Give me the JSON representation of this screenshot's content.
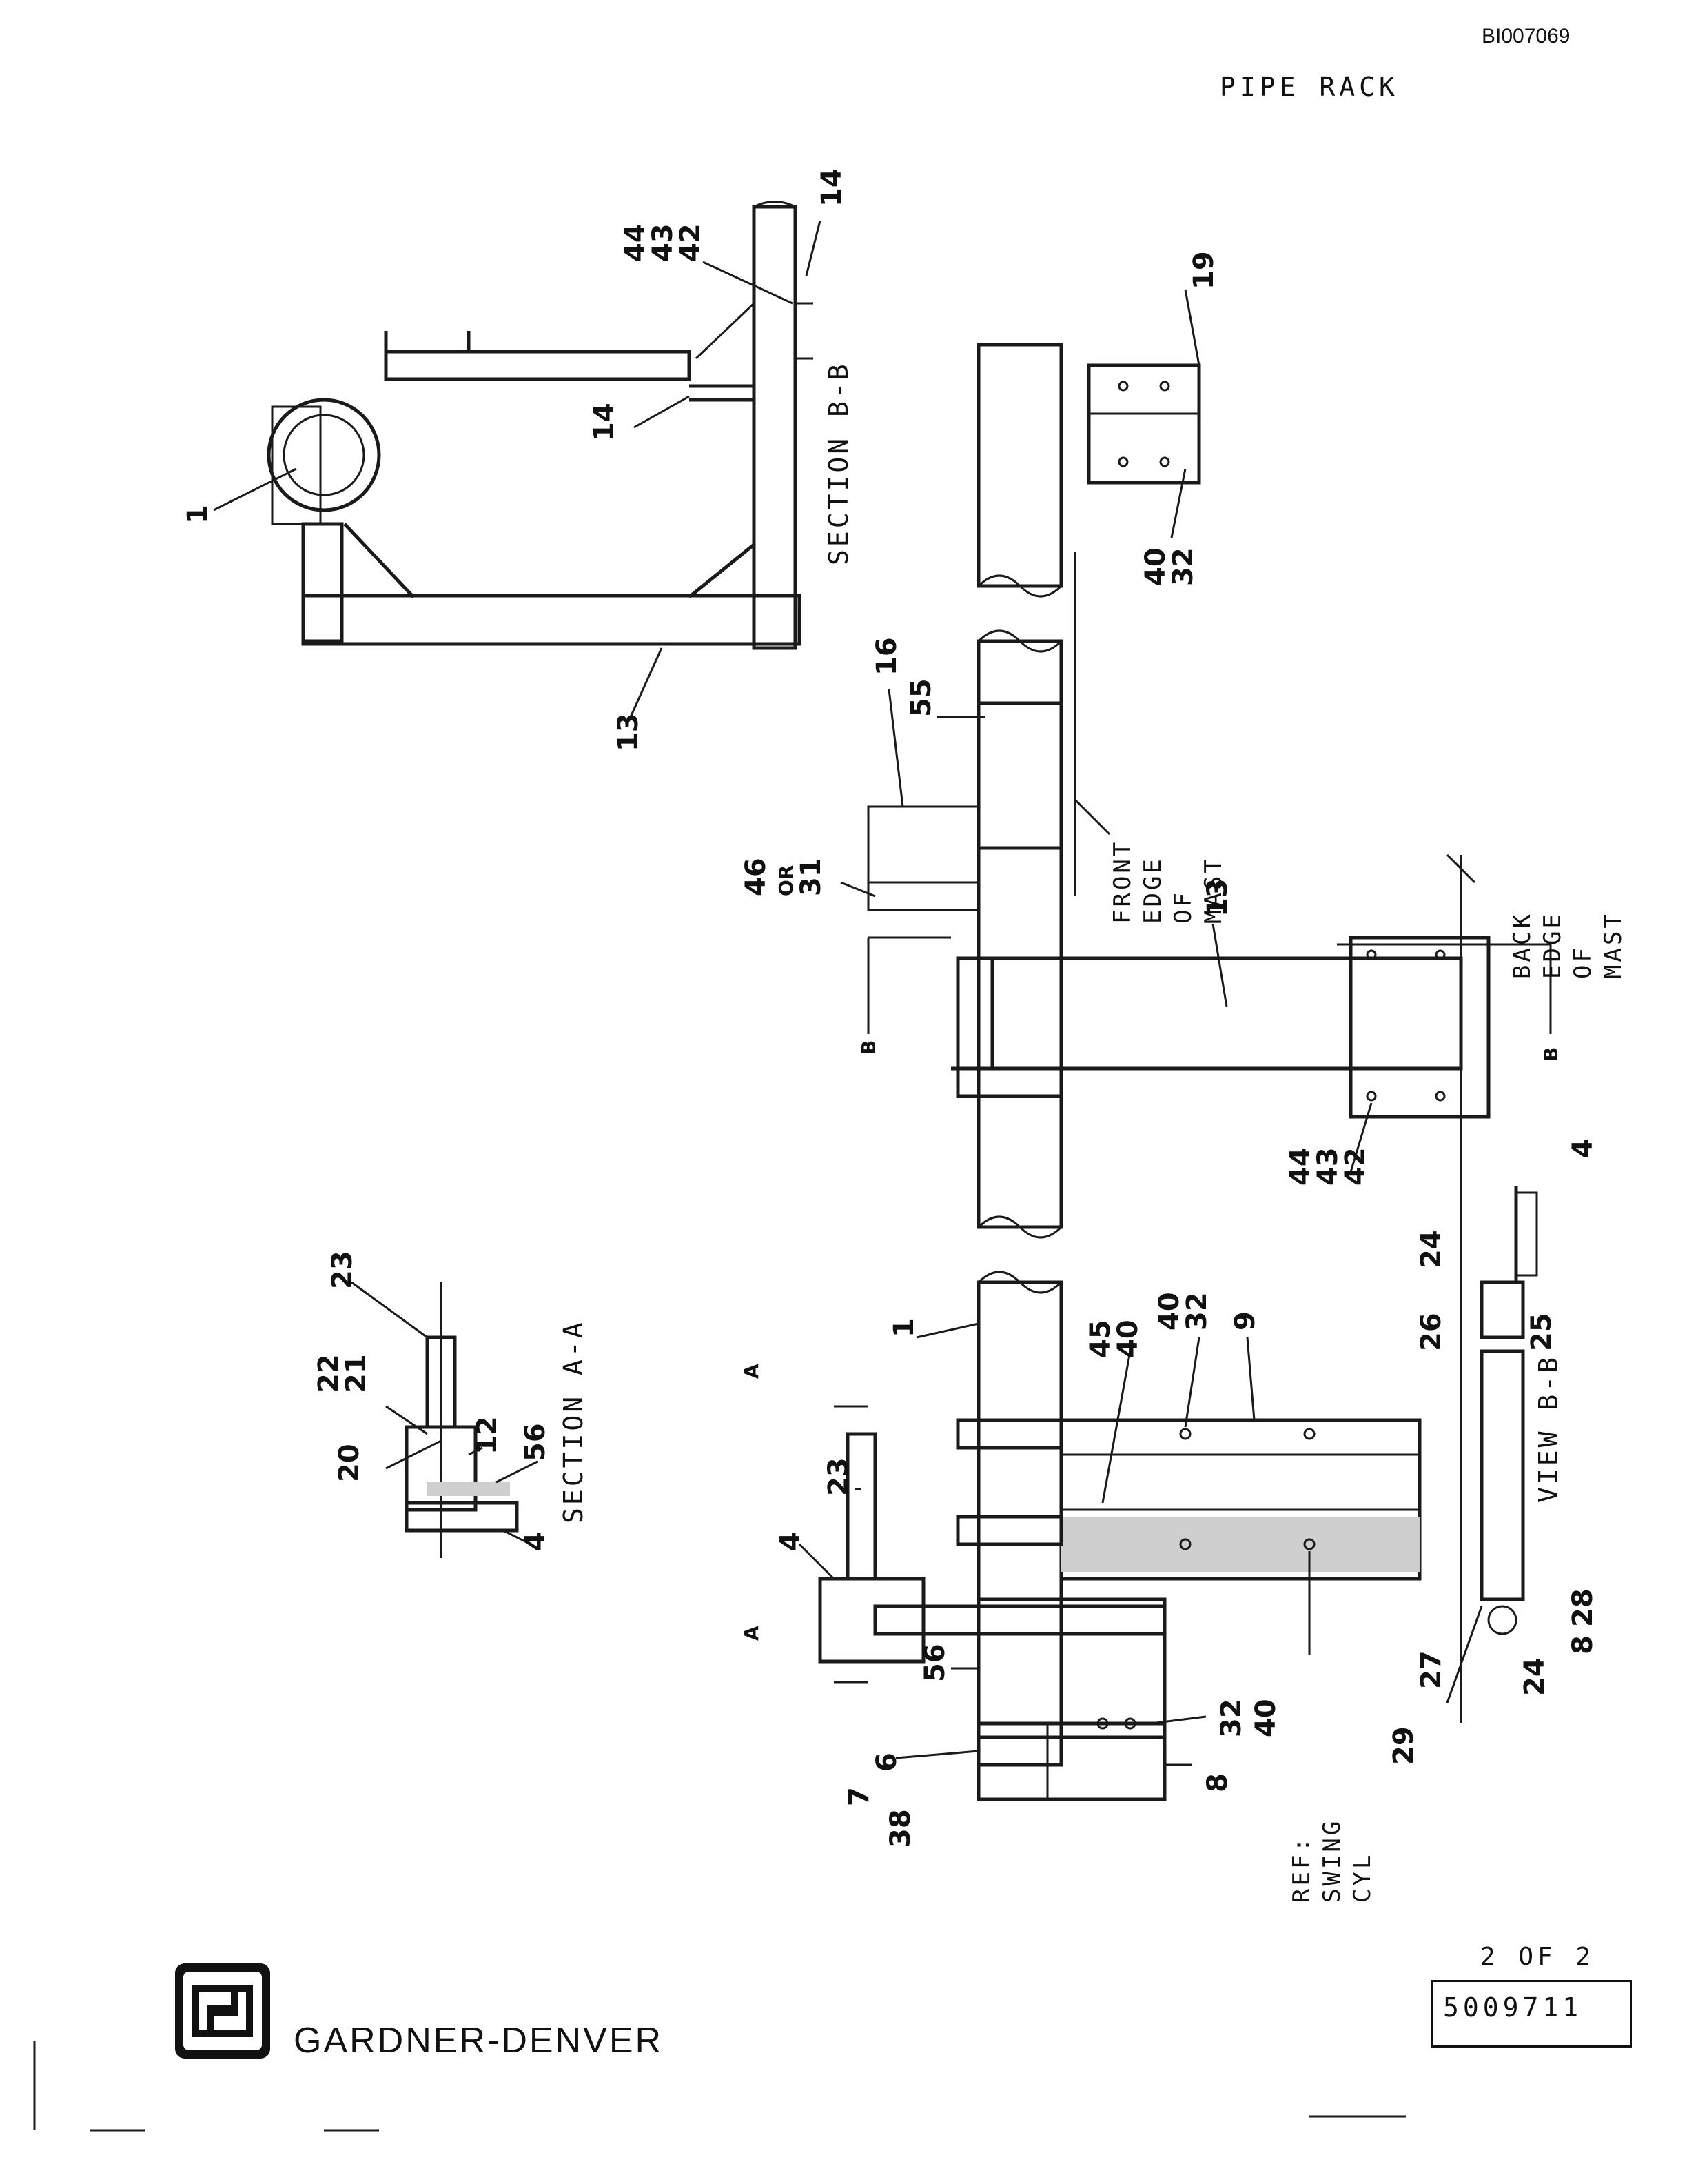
{
  "header": {
    "doc_id": "BI007069",
    "title": "PIPE RACK"
  },
  "footer": {
    "brand": "GARDNER-DENVER",
    "sheet": "2 OF 2",
    "drawing_number": "5009711"
  },
  "views": {
    "section_bb": "SECTION B-B",
    "section_aa": "SECTION A-A",
    "view_bb": "VIEW B-B"
  },
  "notes": {
    "front_edge": [
      "FRONT",
      "EDGE",
      "OF",
      "MAST"
    ],
    "back_edge": [
      "BACK",
      "EDGE",
      "OF",
      "MAST"
    ],
    "ref_swing": [
      "REF:",
      "SWING",
      "CYL"
    ],
    "or": "OR"
  },
  "callouts": {
    "c1a": "1",
    "c13a": "13",
    "c14a": "14",
    "c14b": "14",
    "c44a": "44",
    "c43a": "43",
    "c42a": "42",
    "c19": "19",
    "c40a": "40",
    "c32a": "32",
    "c16": "16",
    "c55": "55",
    "c46": "46",
    "c31": "31",
    "c13b": "13",
    "c44b": "44",
    "c43b": "43",
    "c42b": "42",
    "c4a": "4",
    "c24a": "24",
    "c26": "26",
    "c25": "25",
    "c1b": "1",
    "c45": "45",
    "c40b": "40",
    "c40c": "40",
    "c32b": "32",
    "c9": "9",
    "c23a": "23",
    "c4b": "4",
    "c56a": "56",
    "c6": "6",
    "c7": "7",
    "c38": "38",
    "c32c": "32",
    "c40d": "40",
    "c8a": "8",
    "c27": "27",
    "c29": "29",
    "c24b": "24",
    "c28": "28",
    "c8b": "8",
    "c23b": "23",
    "c22": "22",
    "c21": "21",
    "c20": "20",
    "c12": "12",
    "c56b": "56",
    "c4c": "4",
    "sect_b1": "B",
    "sect_b2": "B",
    "sect_a1": "A",
    "sect_a2": "A"
  },
  "colors": {
    "ink": "#1a1a1a",
    "shade": "#cfcfcf",
    "paper": "#ffffff"
  }
}
